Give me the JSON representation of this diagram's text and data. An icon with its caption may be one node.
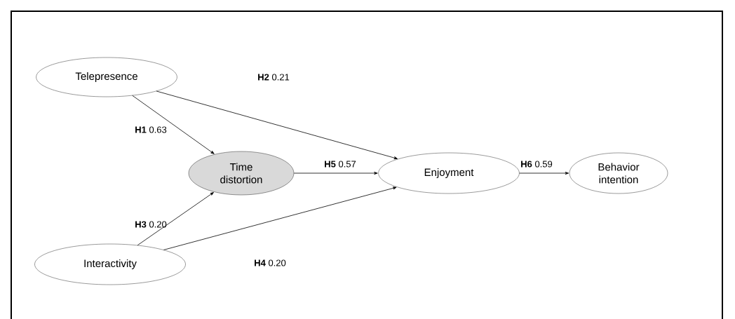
{
  "diagram": {
    "nodes": [
      {
        "text": [
          "Telepresence"
        ]
      },
      {
        "text": [
          "Time distortion"
        ]
      },
      {
        "text": [
          "Enjoyment"
        ]
      },
      {
        "text": [
          "Behavior intention"
        ]
      },
      {
        "text": [
          "Interactivity"
        ]
      }
    ],
    "edges": [
      {
        "from": 0,
        "to": 1,
        "arrow": "to",
        "label": "**H1** 0.63"
      },
      {
        "from": 0,
        "to": 2,
        "arrow": "to",
        "label": "**H2** 0.21"
      },
      {
        "from": 4,
        "to": 1,
        "arrow": "to",
        "label": "**H3** 0.20"
      },
      {
        "from": 4,
        "to": 2,
        "arrow": "to",
        "label": "**H4** 0.20"
      },
      {
        "from": 1,
        "to": 2,
        "arrow": "to",
        "label": "**H5** 0.57"
      },
      {
        "from": 2,
        "to": 3,
        "arrow": "to",
        "label": "**H6** 0.59"
      }
    ]
  }
}
